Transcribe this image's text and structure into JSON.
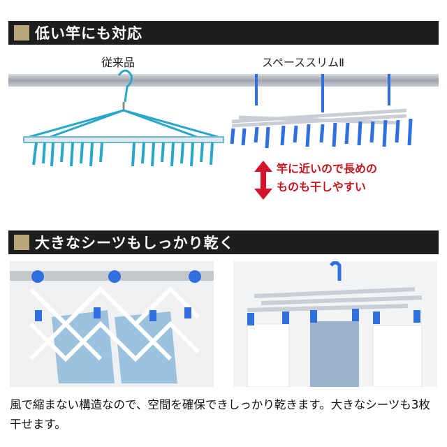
{
  "section1": {
    "title": "低い竿にも対応",
    "label_left": "従来品",
    "label_right": "スペーススリムⅡ",
    "note_line1": "竿に近いので長めの",
    "note_line2": "ものも干しやすい"
  },
  "section2": {
    "title": "大きなシーツもしっかり乾く"
  },
  "description": "風で縮まない構造なので、空間を確保できしっかり乾きます。大きなシーツも3枚干せます。",
  "colors": {
    "banner_bg": "#1e1e1e",
    "banner_square": "#b8a57a",
    "teal": "#2aa6c6",
    "blue": "#2f6fe0",
    "red_arrow": "#d3142b"
  }
}
